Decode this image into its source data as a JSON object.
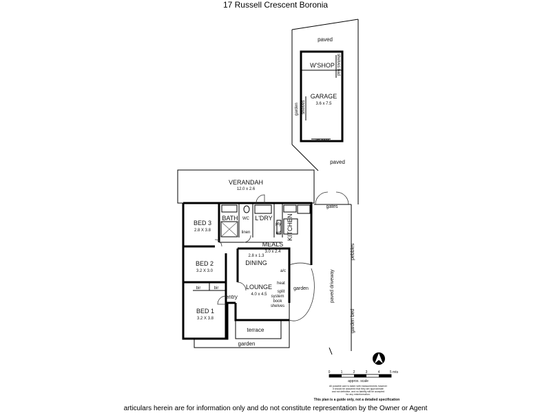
{
  "title": "17 Russell Crescent Boronia",
  "footer": "articulars herein are for information only and do not constitute representation by the Owner or Agent",
  "labels": {
    "paved_top": "paved",
    "wshop": "W'SHOP",
    "shelves_bad": "shelves bad",
    "garage": "GARAGE",
    "garage_dim": "3.6 x 7.5",
    "garden_shelves": "garden",
    "shelves": "shelves",
    "lift_door": "lift dcor",
    "paved_mid": "paved",
    "verandah": "VERANDAH",
    "verandah_dim": "12.0 x 2.6",
    "gates": "gates",
    "bed3": "BED 3",
    "bed3_dim": "2.8 X 3.8",
    "bath": "BATH",
    "wc": "WC",
    "ldry": "L'DRY",
    "linen": "linen",
    "pty": "pty",
    "ref": "ref",
    "kitchen": "KITCHEN",
    "meals": "MEALS",
    "meals_dim": "3.0 x 2.4",
    "bed2": "BED 2",
    "bed2_dim": "3.2 X 3.0",
    "dining_dim": "2.8 x 1.3",
    "dining": "DINING",
    "ac": "a/c",
    "heat": "heat",
    "split": "split",
    "system": "system",
    "book": "book",
    "shelves2": "shelves",
    "lounge": "LOUNGE",
    "lounge_dim": "4.0 x 4.5",
    "garden_right": "garden",
    "bir1": "bir",
    "bir2": "bir",
    "entry": "entry",
    "bed1": "BED 1",
    "bed1_dim": "3.2 X 3.8",
    "terrace": "terrace",
    "garden_bottom": "garden",
    "paved_driveway": "paved driveway",
    "pebbles": "pebbles",
    "garden_bed": "garden bed",
    "scale_ticks": [
      "0",
      "1",
      "2",
      "3",
      "4",
      "5 mts"
    ],
    "scale_caption": "approx. scale",
    "disclaimer_1": "All possible care is taken with measurements however",
    "disclaimer_2": "it should be assumed that they are approximate",
    "disclaimer_3": "and not definitive, and no liability will be accepted",
    "disclaimer_4": "for any misinformation.",
    "guide_note": "This plan is a guide only, not a detailed specification"
  }
}
